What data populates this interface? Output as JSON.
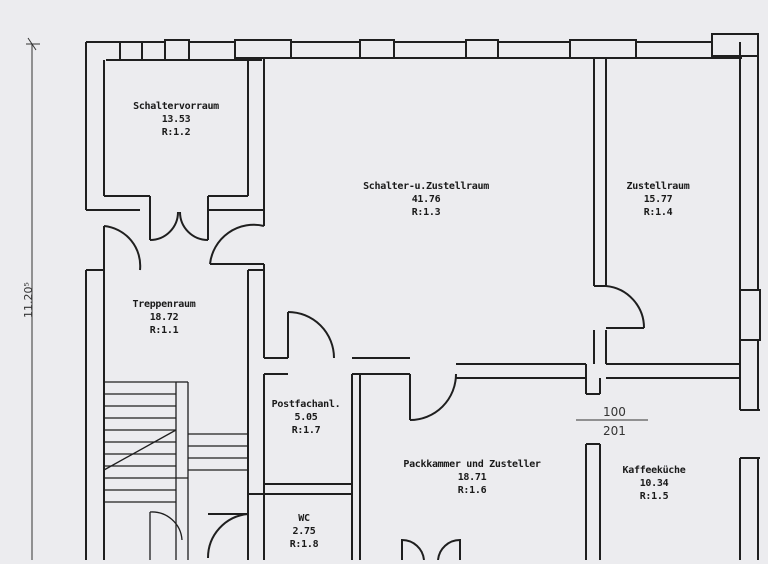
{
  "rooms": {
    "schaltervorraum": {
      "name": "Schaltervorraum",
      "area": "13.53",
      "ref": "R:1.2"
    },
    "schalter_zustellraum": {
      "name": "Schalter-u.Zustellraum",
      "area": "41.76",
      "ref": "R:1.3"
    },
    "zustellraum": {
      "name": "Zustellraum",
      "area": "15.77",
      "ref": "R:1.4"
    },
    "treppenraum": {
      "name": "Treppenraum",
      "area": "18.72",
      "ref": "R:1.1"
    },
    "postfachanl": {
      "name": "Postfachanl.",
      "area": "5.05",
      "ref": "R:1.7"
    },
    "wc": {
      "name": "WC",
      "area": "2.75",
      "ref": "R:1.8"
    },
    "packkammer": {
      "name": "Packkammer und Zusteller",
      "area": "18.71",
      "ref": "R:1.6"
    },
    "kaffeekueche": {
      "name": "Kaffeeküche",
      "area": "10.34",
      "ref": "R:1.5"
    }
  },
  "dimensions": {
    "vertical": "11.20⁵",
    "stair_fraction_top": "100",
    "stair_fraction_bottom": "201"
  },
  "colors": {
    "paper": "#ececef",
    "wall": "#1f1f1f",
    "line": "#2a2a2a"
  }
}
